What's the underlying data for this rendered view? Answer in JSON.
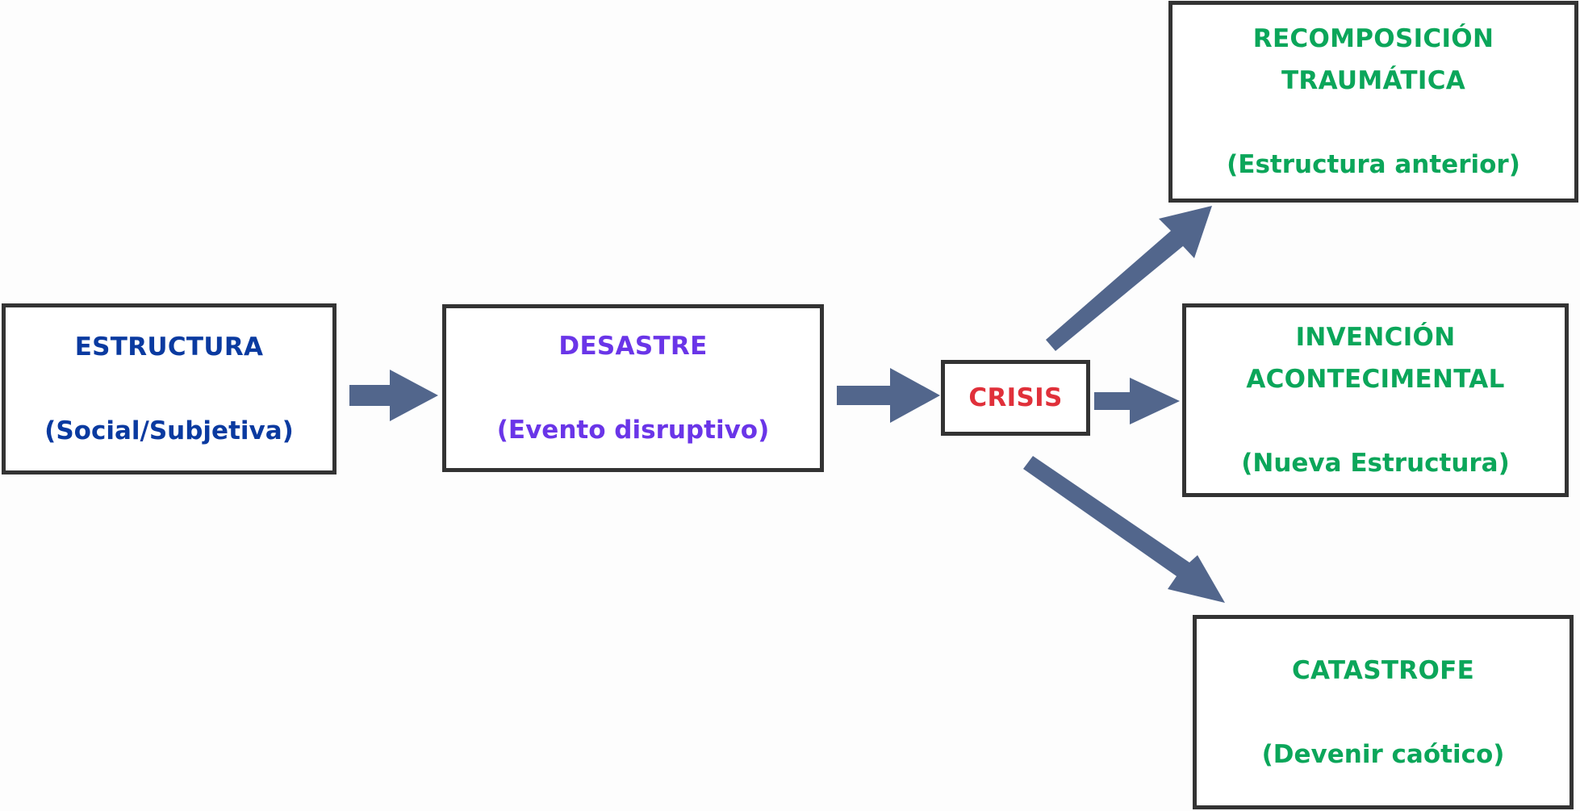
{
  "colors": {
    "arrow": "#52668c",
    "border": "#333333",
    "estructura_text": "#0a3aa0",
    "desastre_text": "#6a35e8",
    "crisis_text": "#e0303a",
    "outcome_text": "#0ba65a"
  },
  "nodes": {
    "estructura": {
      "title": "ESTRUCTURA",
      "subtitle": "(Social/Subjetiva)"
    },
    "desastre": {
      "title": "DESASTRE",
      "subtitle": "(Evento disruptivo)"
    },
    "crisis": {
      "title": "CRISIS"
    },
    "recomposicion": {
      "title_line1": "RECOMPOSICIÓN",
      "title_line2": "TRAUMÁTICA",
      "subtitle": "(Estructura anterior)"
    },
    "invencion": {
      "title_line1": "INVENCIÓN",
      "title_line2": "ACONTECIMENTAL",
      "subtitle": "(Nueva Estructura)"
    },
    "catastrofe": {
      "title": "CATASTROFE",
      "subtitle": "(Devenir caótico)"
    }
  },
  "edges": [
    {
      "from": "estructura",
      "to": "desastre"
    },
    {
      "from": "desastre",
      "to": "crisis"
    },
    {
      "from": "crisis",
      "to": "recomposicion"
    },
    {
      "from": "crisis",
      "to": "invencion"
    },
    {
      "from": "crisis",
      "to": "catastrofe"
    }
  ]
}
